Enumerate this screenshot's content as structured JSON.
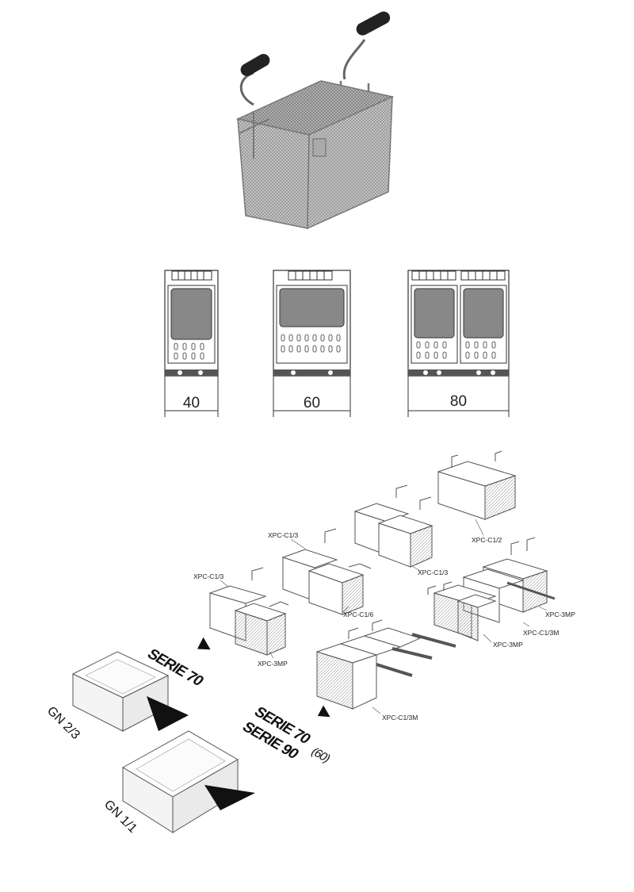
{
  "photo": {
    "icon": "basket-photo"
  },
  "elevations": [
    {
      "width_label": "40"
    },
    {
      "width_label": "60"
    },
    {
      "width_label": "80"
    }
  ],
  "diagram": {
    "basket_labels": [
      "XPC-C1/3",
      "XPC-C1/3",
      "XPC-C1/2",
      "XPC-C1/3",
      "XPC-C1/6",
      "XPC-3MP",
      "XPC-C1/3M",
      "XPC-3MP",
      "XPC-3MP",
      "XPC-C1/3M"
    ],
    "serie_upper": "SERIE 70",
    "serie_lower_1": "SERIE 70",
    "serie_lower_2": "SERIE 90",
    "serie_lower_note": "(60)",
    "gn_small": "GN 2/3",
    "gn_large": "GN 1/1"
  }
}
